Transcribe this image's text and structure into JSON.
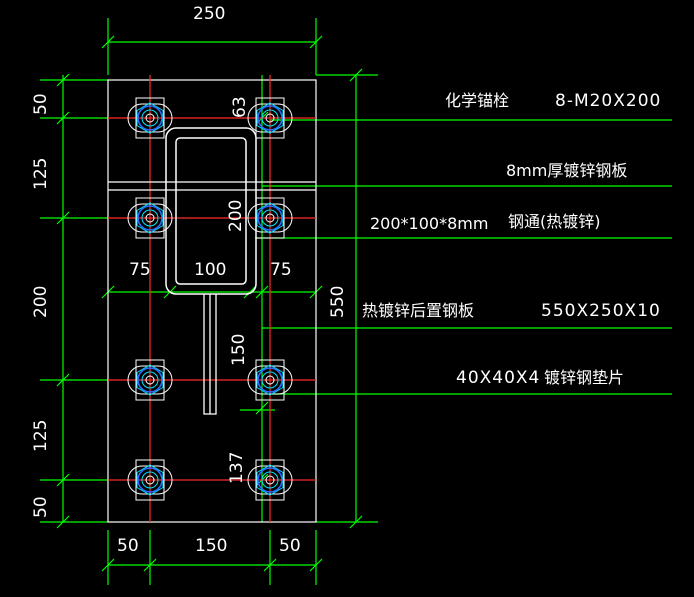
{
  "colors": {
    "background": "#000000",
    "dimension": "#00ff00",
    "outline": "#ffffff",
    "gridline": "#ff2a2a",
    "bolt_ring": "#2f6bff",
    "bolt_nut": "#00e5ff",
    "tube": "#ffffff"
  },
  "labels": {
    "anchor_name": "化学锚栓",
    "anchor_spec": "8-M20X200",
    "plate_thickness": "8mm厚镀锌钢板",
    "tube_spec": "200*100*8mm",
    "tube_name": "钢通(热镀锌)",
    "backplate_name": "热镀锌后置钢板",
    "backplate_spec": "550X250X10",
    "washer_spec": "40X40X4",
    "washer_name": "镀锌钢垫片"
  },
  "dimensions": {
    "top_width": "250",
    "left_50_top": "50",
    "left_125_upper": "125",
    "left_200": "200",
    "left_125_lower": "125",
    "left_50_bottom": "50",
    "overall_height": "550",
    "bottom_50_left": "50",
    "bottom_150": "150",
    "bottom_50_right": "50",
    "inner_63": "63",
    "inner_200": "200",
    "inner_75_left": "75",
    "inner_100": "100",
    "inner_75_right": "75",
    "inner_150": "150",
    "inner_137": "137"
  }
}
